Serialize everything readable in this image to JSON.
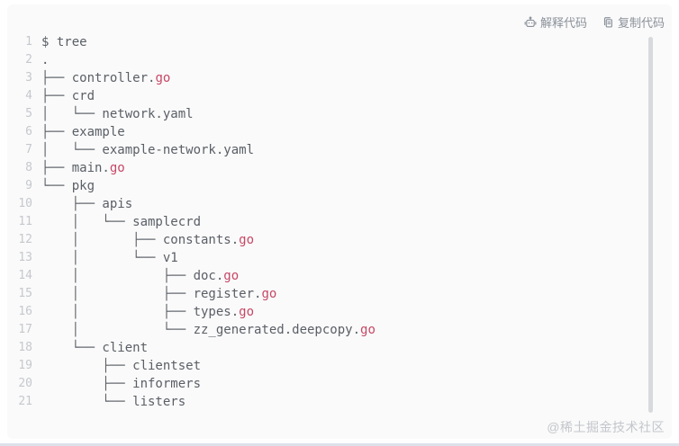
{
  "toolbar": {
    "explain_label": "解释代码",
    "copy_label": "复制代码"
  },
  "code": {
    "language_hint": "shell tree output",
    "lines": [
      {
        "num": "1",
        "segments": [
          {
            "t": "$ tree",
            "c": "plain"
          }
        ]
      },
      {
        "num": "2",
        "segments": [
          {
            "t": ".",
            "c": "plain"
          }
        ]
      },
      {
        "num": "3",
        "segments": [
          {
            "t": "├── controller.",
            "c": "plain"
          },
          {
            "t": "go",
            "c": "red"
          }
        ]
      },
      {
        "num": "4",
        "segments": [
          {
            "t": "├── crd",
            "c": "plain"
          }
        ]
      },
      {
        "num": "5",
        "segments": [
          {
            "t": "│   └── network.yaml",
            "c": "plain"
          }
        ]
      },
      {
        "num": "6",
        "segments": [
          {
            "t": "├── example",
            "c": "plain"
          }
        ]
      },
      {
        "num": "7",
        "segments": [
          {
            "t": "│   └── example-network.yaml",
            "c": "plain"
          }
        ]
      },
      {
        "num": "8",
        "segments": [
          {
            "t": "├── main.",
            "c": "plain"
          },
          {
            "t": "go",
            "c": "red"
          }
        ]
      },
      {
        "num": "9",
        "segments": [
          {
            "t": "└── pkg",
            "c": "plain"
          }
        ]
      },
      {
        "num": "10",
        "segments": [
          {
            "t": "    ├── apis",
            "c": "plain"
          }
        ]
      },
      {
        "num": "11",
        "segments": [
          {
            "t": "    │   └── samplecrd",
            "c": "plain"
          }
        ]
      },
      {
        "num": "12",
        "segments": [
          {
            "t": "    │       ├── constants.",
            "c": "plain"
          },
          {
            "t": "go",
            "c": "red"
          }
        ]
      },
      {
        "num": "13",
        "segments": [
          {
            "t": "    │       └── v1",
            "c": "plain"
          }
        ]
      },
      {
        "num": "14",
        "segments": [
          {
            "t": "    │           ├── doc.",
            "c": "plain"
          },
          {
            "t": "go",
            "c": "red"
          }
        ]
      },
      {
        "num": "15",
        "segments": [
          {
            "t": "    │           ├── register.",
            "c": "plain"
          },
          {
            "t": "go",
            "c": "red"
          }
        ]
      },
      {
        "num": "16",
        "segments": [
          {
            "t": "    │           ├── types.",
            "c": "plain"
          },
          {
            "t": "go",
            "c": "red"
          }
        ]
      },
      {
        "num": "17",
        "segments": [
          {
            "t": "    │           └── zz_generated.deepcopy.",
            "c": "plain"
          },
          {
            "t": "go",
            "c": "red"
          }
        ]
      },
      {
        "num": "18",
        "segments": [
          {
            "t": "    └── client",
            "c": "plain"
          }
        ]
      },
      {
        "num": "19",
        "segments": [
          {
            "t": "        ├── clientset",
            "c": "plain"
          }
        ]
      },
      {
        "num": "20",
        "segments": [
          {
            "t": "        ├── informers",
            "c": "plain"
          }
        ]
      },
      {
        "num": "21",
        "segments": [
          {
            "t": "        └── listers",
            "c": "plain"
          }
        ]
      }
    ]
  },
  "watermark": "@稀土掘金技术社区",
  "colors": {
    "card-bg": "#fafafa",
    "code-fg": "#5a5f66",
    "linenum-fg": "#c5c8cd",
    "token-red": "#c64866",
    "toolbar-fg": "#8b919a",
    "watermark-fg": "#c3c6cb",
    "scrollbar": "#d7d9dc",
    "divider": "#dce1ea"
  }
}
